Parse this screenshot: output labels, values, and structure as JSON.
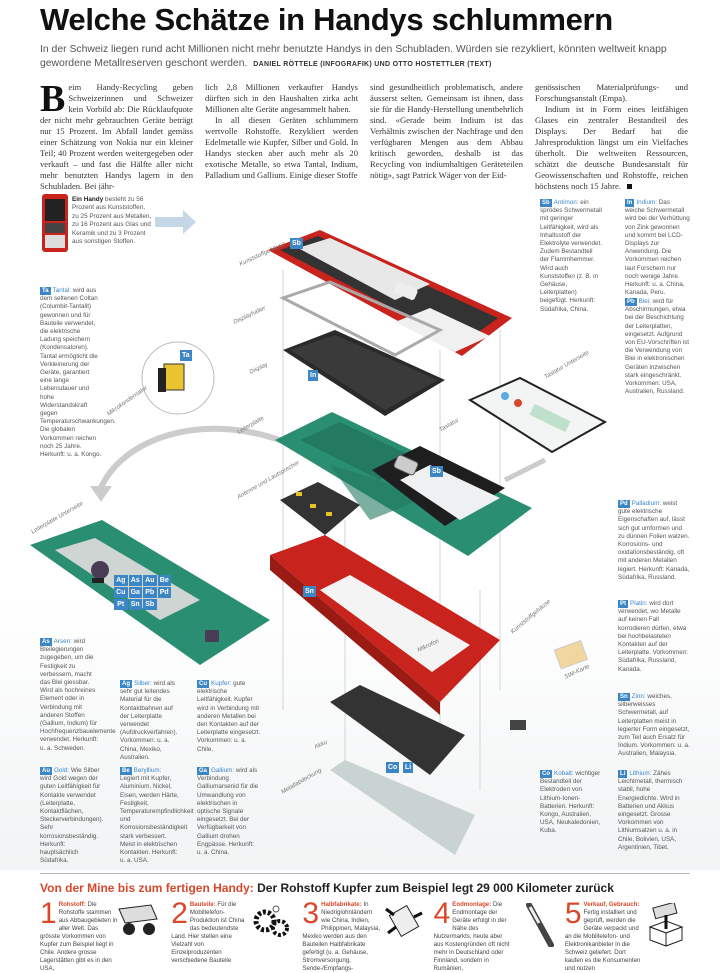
{
  "title": "Welche Schätze in Handys schlummern",
  "intro": "In der Schweiz liegen rund acht Millionen nicht mehr benutzte Handys in den Schubladen. Würden sie rezykliert, könnten weltweit knapp gewordene Metallreserven geschont werden.",
  "byline": "DANIEL RÖTTELE (INFOGRAFIK) UND OTTO HOSTETTLER (TEXT)",
  "article": {
    "drop_cap": "B",
    "col1": "eim Handy-Recycling geben Schweizerinnen und Schweizer kein Vorbild ab: Die Rücklaufquote der nicht mehr gebrauchten Geräte beträgt nur 15 Prozent. Im Abfall landet gemäss einer Schätzung von Nokia nur ein kleiner Teil; 40 Prozent werden weitergegeben oder verkauft – und fast die Hälfte aller nicht mehr benutzten Handys lagern in den Schubladen. Bei jähr-",
    "col2a": "lich 2,8 Millionen verkaufter Handys dürften sich in den Haushalten zirka acht Millionen alte Geräte angesammelt haben.",
    "col2b": "In all diesen Geräten schlummern wertvolle Rohstoffe. Rezykliert werden Edelmetalle wie Kupfer, Silber und Gold. In Handys stecken aber auch mehr als 20 exotische Metalle, so etwa Tantal, Indium, Palladium und Gallium. Einige dieser Stoffe",
    "col3": "sind gesundheitlich problematisch, andere äusserst selten. Gemeinsam ist ihnen, dass sie für die Handy-Herstellung unentbehrlich sind. «Gerade beim Indium ist das Verhältnis zwischen der Nachfrage und den verfügbaren Mengen aus dem Abbau kritisch geworden, deshalb ist das Recycling von indiumhaltigen Geräteteilen nötig», sagt Patrick Wäger von der Eid-",
    "col4a": "genössischen Materialprüfungs- und Forschungsanstalt (Empa).",
    "col4b": "Indium ist in Form eines leitfähigen Glases ein zentraler Bestandteil des Displays. Der Bedarf hat die Jahresproduktion längst um ein Vielfaches überholt. Die weltweiten Ressourcen, schätzt die deutsche Bundesanstalt für Geowissenschaften und Rohstoffe, reichen höchstens noch 15 Jahre."
  },
  "handy_note": {
    "bold": "Ein Handy",
    "text": "besteht zu 56 Prozent aus Kunststoffen, zu 25 Prozent aus Metallen, zu 16 Prozent aus Glas und Keramik und zu 3 Prozent aus sonstigen Stoffen."
  },
  "components": {
    "kunststoffgehaeuse": "Kunststoffgehäuse",
    "displayhalter": "Displayhalter",
    "display": "Display",
    "leiterplatte": "Leiterplatte",
    "antenne": "Antenne und Lautsprecher",
    "tastatur": "Tastatur",
    "tastatur_unterseite": "Tastatur Unterseite",
    "leiterplatte_unterseite": "Leiterplatte Unterseite",
    "mikrokondensator": "Mikrokondensator",
    "mikrofon": "Mikrofon",
    "kunststoffgehaeuse2": "Kunststoffgehäuse",
    "simkarte": "SIM-Karte",
    "akku": "Akku",
    "metallabdeckung": "Metallabdeckung"
  },
  "tags": {
    "sb": "Sb",
    "in": "In",
    "ta": "Ta",
    "sn": "Sn",
    "co": "Co",
    "li": "Li",
    "grid": [
      "Ag",
      "As",
      "Au",
      "Be",
      "Cu",
      "Ga",
      "Pb",
      "Pd",
      "Pt",
      "Sn",
      "Sb"
    ]
  },
  "elements": {
    "tantal": {
      "sym": "Ta",
      "name": "Tantal:",
      "text": "wird aus dem seltenen Coltan (Columbit-Tantalit) gewonnen und für Bauteile verwendet, die elektrische Ladung speichern (Kondensatoren). Tantal ermöglicht die Verkleinerung der Geräte, garantiert eine lange Lebensdauer und hohe Widerstandskraft gegen Temperaturschwankungen. Die globalen Vorkommen reichen noch 25 Jahre. Herkunft: u. a. Kongo."
    },
    "antimon": {
      "sym": "Sb",
      "name": "Antimon:",
      "text": "ein sprödes Schwermetall mit geringer Leitfähigkeit, wird als Inhaltsstoff der Elektrolyte verwendet. Zudem Bestandteil der Flammhemmer. Wird auch Kunststoffen (z. B. in Gehäuse, Leiterplatten) beigefügt. Herkunft: Südafrika, China."
    },
    "indium": {
      "sym": "In",
      "name": "Indium:",
      "text": "Das weiche Schwermetall wird bei der Verhüttung von Zink gewonnen und kommt bei LCD-Displays zur Anwendung. Die Vorkommen reichen laut Forschern nur noch wenige Jahre. Herkunft: u. a. China, Kanada, Peru."
    },
    "blei": {
      "sym": "Pb",
      "name": "Blei:",
      "text": "wird für Abschirmungen, etwa bei der Beschichtung der Leiterplatten, eingesetzt. Aufgrund von EU-Vorschriften ist die Verwendung von Blei in elektronischen Geräten inzwischen stark eingeschränkt. Vorkommen: USA, Australien, Russland."
    },
    "palladium": {
      "sym": "Pd",
      "name": "Palladium:",
      "text": "weist gute elektrische Eigenschaften auf, lässt sich gut umformen und zu dünnen Folien walzen. Korrosions- und oxidationsbeständig, oft mit anderen Metallen legiert. Herkunft: Kanada, Südafrika, Russland."
    },
    "platin": {
      "sym": "Pt",
      "name": "Platin:",
      "text": "wird dort verwendet, wo Metalle auf keinen Fall korrodieren dürfen, etwa bei hochbelasteten Kontakten auf der Leiterplatte. Vorkommen: Südafrika, Russland, Kanada."
    },
    "zinn": {
      "sym": "Sn",
      "name": "Zinn:",
      "text": "weiches, silberweisses Schwermetall, auf Leiterplatten meist in legierter Form eingesetzt, zum Teil auch Ersatz für Indium. Vorkommen: u. a. Australien, Malaysia."
    },
    "lithium": {
      "sym": "Li",
      "name": "Lithium:",
      "text": "Zähes Leichtmetall, thermisch stabil, hohe Energiedichte. Wird in Batterien und Akkus eingesetzt. Grosse Vorkommen von Lithiumsalzen u. a. in Chile, Bolivien, USA, Argentinien, Tibet."
    },
    "kobalt": {
      "sym": "Co",
      "name": "Kobalt:",
      "text": "wichtiger Bestandteil der Elektroden von Lithium-Ionen-Batterien. Herkunft: Kongo, Australien, USA, Neukaledonien, Kuba."
    },
    "arsen": {
      "sym": "As",
      "name": "Arsen:",
      "text": "wird Bleilegierungen zugegeben, um die Festigkeit zu verbessern, macht das Blei giessbar. Wird als hochreines Element oder in Verbindung mit anderen Stoffen (Gallium, Indium) für Hochfrequenzbauelemente verwendet. Herkunft: u. a. Schweden."
    },
    "silber": {
      "sym": "Ag",
      "name": "Silber:",
      "text": "wird als sehr gut leitendes Material für die Kontaktbahnen auf der Leiterplatte verwendet (Aufdruckverfahren). Vorkommen: u. a. China, Mexiko, Australien."
    },
    "kupfer": {
      "sym": "Cu",
      "name": "Kupfer:",
      "text": "gute elektrische Leitfähigkeit. Kupfer wird in Verbindung mit anderen Metallen bei den Kontakten auf der Leiterplatte eingesetzt. Vorkommen: u. a. Chile."
    },
    "gold": {
      "sym": "Au",
      "name": "Gold:",
      "text": "Wie Silber wird Gold wegen der guten Leitfähigkeit für Kontakte verwendet (Leiterplatte, Kontaktflächen, Steckerverbindungen). Sehr korrosionsbeständig. Herkunft: hauptsächlich Südafrika."
    },
    "beryllium": {
      "sym": "Be",
      "name": "Beryllium:",
      "text": "Legiert mit Kupfer, Aluminium, Nickel, Eisen, werden Härte, Festigkeit, Temperaturempfindlichkeit und Korrosionsbeständigkeit stark verbessert. Meist in elektrischen Kontakten. Herkunft: u. a. USA."
    },
    "gallium": {
      "sym": "Ga",
      "name": "Gallium:",
      "text": "wird als Verbindung Galliumarsenid für die Umwandlung von elektrischen in optische Signale eingesetzt. Bei der Verfügbarkeit von Gallium drohen Engpässe. Herkunft: u. a. China."
    }
  },
  "bottom": {
    "heading_red": "Von der Mine bis zum fertigen Handy:",
    "heading_black": "Der Rohstoff Kupfer zum Beispiel legt 29 000 Kilometer zurück",
    "steps": [
      {
        "num": "1",
        "head": "Rohstoff:",
        "text": "Die Rohstoffe stammen aus Abbaugebieten in aller Welt. Das grösste Vorkommen von Kupfer zum Beispiel liegt in Chile. Andere grosse Lagerstätten gibt es in den USA,"
      },
      {
        "num": "2",
        "head": "Bauteile:",
        "text": "Für die Mobiltelefon-Produktion ist China das bedeutendste Land. Hier stellen eine Vielzahl von Einzelproduzenten verschiedene Bauteile"
      },
      {
        "num": "3",
        "head": "Halbfabrikate:",
        "text": "In Niedriglohnländern wie China, Indien, Philippinen, Malaysia, Mexiko werden aus den Bauteilen Halbfabrikate gefertigt (u. a. Gehäuse, Stromversorgung, Sende-/Empfangs-"
      },
      {
        "num": "4",
        "head": "Endmontage:",
        "text": "Die Endmontage der Geräte erfolgt in der Nähe des Nutzermarkts, heute aber aus Kostengründen oft nicht mehr in Deutschland oder Finnland, sondern in Rumänien,"
      },
      {
        "num": "5",
        "head": "Verkauf, Gebrauch:",
        "text": "Fertig installiert und geprüft, werden die Geräte verpackt und an die Mobiltelefon- und Elektronikanbieter in die Schweiz geliefert. Dort kaufen es die Konsumenten und nutzen"
      }
    ]
  },
  "colors": {
    "accent_blue": "#3d86c6",
    "accent_red": "#d9482b",
    "phone_red": "#c8231c",
    "board_green": "#2a8f72"
  }
}
